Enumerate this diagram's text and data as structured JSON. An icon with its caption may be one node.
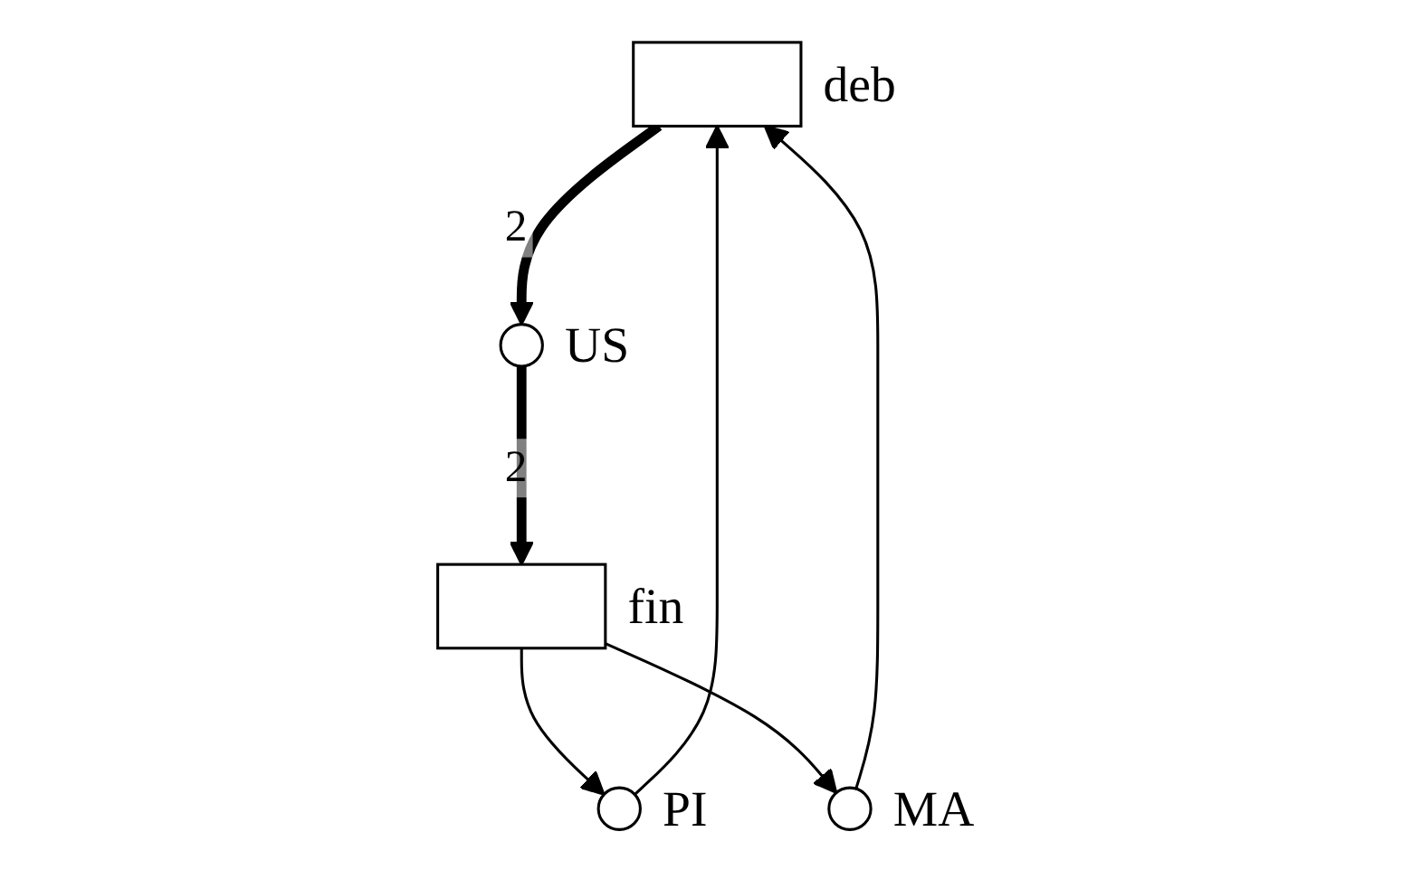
{
  "diagram": {
    "nodes": [
      {
        "text": [],
        "shape": "bar",
        "beside": [
          "deb"
        ]
      },
      {
        "text": [],
        "shape": "circle",
        "beside": [
          "PI"
        ]
      },
      {
        "text": [],
        "shape": "circle",
        "beside": [
          "US"
        ]
      },
      {
        "text": [],
        "shape": "circle",
        "beside": [
          "MA"
        ]
      },
      {
        "text": [],
        "shape": "bar",
        "beside": [
          "fin"
        ]
      }
    ],
    "edges": [
      {
        "from": 1,
        "to": 0,
        "arrow": "to"
      },
      {
        "from": 3,
        "to": 0,
        "arrow": "to"
      },
      {
        "from": 0,
        "to": 2,
        "arrow": "to",
        "label": "2",
        "style": "thick"
      },
      {
        "from": 2,
        "to": 4,
        "arrow": "to",
        "label": "2",
        "style": "thick"
      },
      {
        "from": 4,
        "to": 1,
        "arrow": "to"
      },
      {
        "from": 4,
        "to": 3,
        "arrow": "to"
      }
    ]
  }
}
